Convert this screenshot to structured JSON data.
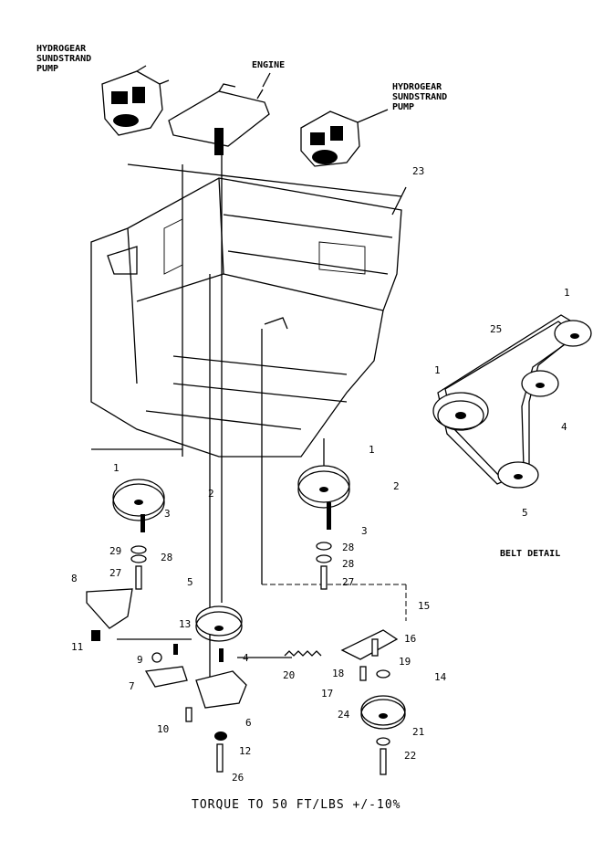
{
  "labels": {
    "pump_left_line1": "HYDROGEAR",
    "pump_left_line2": "SUNDSTRAND",
    "pump_left_line3": "PUMP",
    "engine": "ENGINE",
    "pump_right_line1": "HYDROGEAR",
    "pump_right_line2": "SUNDSTRAND",
    "pump_right_line3": "PUMP",
    "belt_detail": "BELT DETAIL",
    "torque_note": "TORQUE TO 50 FT/LBS +/-10%"
  },
  "part_numbers": {
    "n23": "23",
    "n25": "25",
    "n1_detail_top": "1",
    "n1_detail_left": "1",
    "n4_detail": "4",
    "n5_detail": "5",
    "n1_left": "1",
    "n2_left": "2",
    "n3_left": "3",
    "n29_left": "29",
    "n28_left": "28",
    "n27_left": "27",
    "n1_right": "1",
    "n2_right": "2",
    "n3_right": "3",
    "n28_right_a": "28",
    "n28_right_b": "28",
    "n27_right": "27",
    "n8": "8",
    "n11": "11",
    "n5_center": "5",
    "n13": "13",
    "n9": "9",
    "n7": "7",
    "n4_center": "4",
    "n6": "6",
    "n10": "10",
    "n12": "12",
    "n26": "26",
    "n20": "20",
    "n15": "15",
    "n16": "16",
    "n18": "18",
    "n19": "19",
    "n17": "17",
    "n24": "24",
    "n14": "14",
    "n21": "21",
    "n22": "22"
  }
}
